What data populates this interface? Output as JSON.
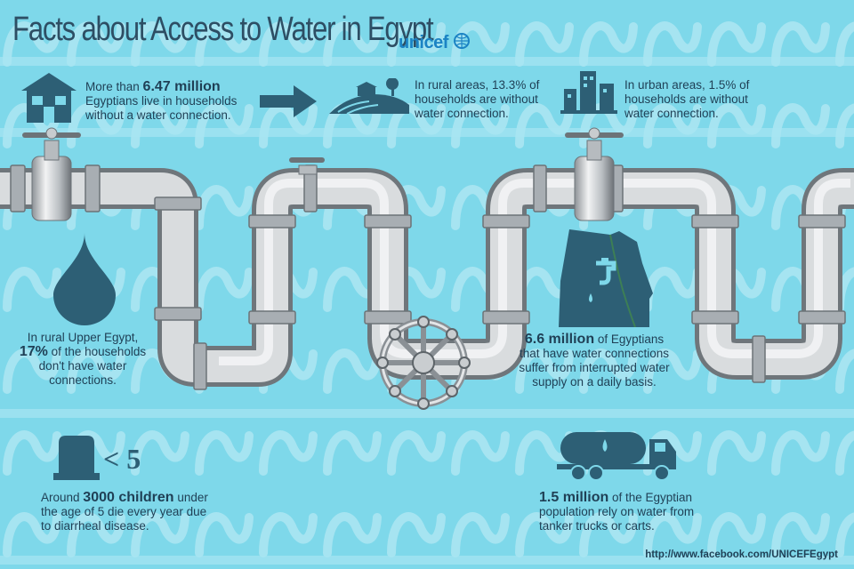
{
  "title": "Facts about Access to Water in Egypt",
  "brand": "unicef",
  "colors": {
    "background": "#7ed8ea",
    "pattern": "#a9e6f2",
    "icon": "#2d5f75",
    "pipe": "#bfc4c8",
    "text": "#1f3f55",
    "brand": "#1b83c4"
  },
  "facts": {
    "households": {
      "prefix": "More than ",
      "highlight": "6.47 million",
      "suffix": " Egyptians live in households without a water connection.",
      "icon": "house-icon"
    },
    "rural": {
      "text": "In rural areas, 13.3% of households are without water connection.",
      "icon": "farm-icon"
    },
    "urban": {
      "text": "In urban areas, 1.5% of households are without water connection.",
      "icon": "buildings-icon"
    },
    "upper_egypt": {
      "prefix": "In rural Upper Egypt, ",
      "highlight": "17%",
      "suffix": " of the households don't have water connections.",
      "icon": "water-drop-icon"
    },
    "interrupted": {
      "highlight": "6.6 million",
      "suffix": " of Egyptians that have water connections suffer from interrupted water supply on a daily basis.",
      "icon": "egypt-map-icon"
    },
    "children": {
      "prefix": "Around ",
      "highlight": "3000 children",
      "suffix": " under the age of 5 die every year due to diarrheal disease.",
      "symbol": "< 5",
      "icon": "gravestone-icon"
    },
    "tanker": {
      "highlight": "1.5 million",
      "suffix": " of the Egyptian population rely on water from tanker trucks or carts.",
      "icon": "tanker-truck-icon"
    }
  },
  "footer_url": "http://www.facebook.com/UNICEFEgypt"
}
